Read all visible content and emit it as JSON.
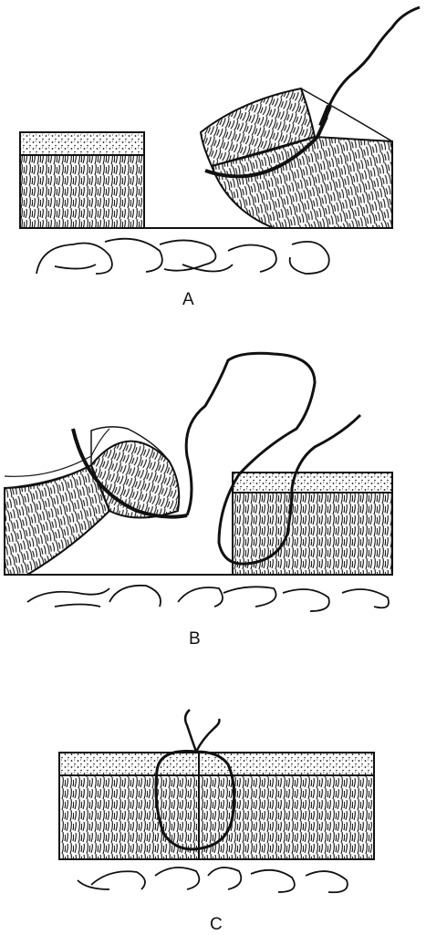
{
  "panels": [
    {
      "id": "A",
      "label": "A"
    },
    {
      "id": "B",
      "label": "B"
    },
    {
      "id": "C",
      "label": "C"
    }
  ],
  "colors": {
    "ink": "#111111",
    "paper": "#ffffff"
  },
  "icons": {
    "needle": "curved-needle-icon",
    "suture": "suture-thread-icon"
  }
}
